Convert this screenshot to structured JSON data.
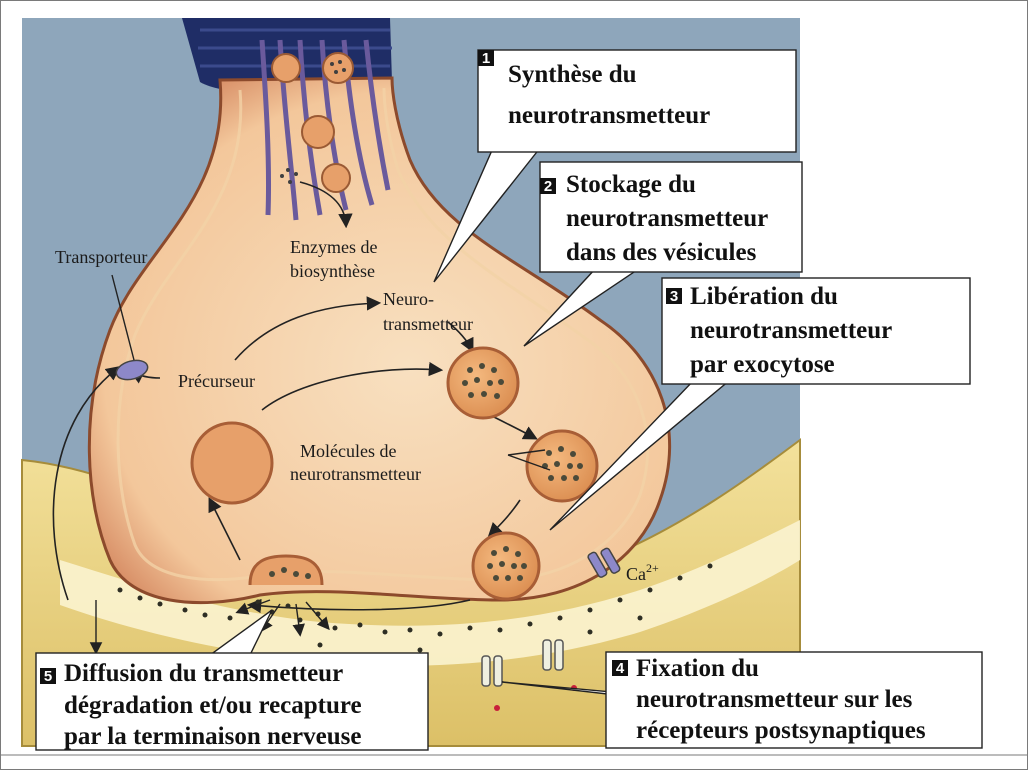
{
  "steps": [
    {
      "number": "1",
      "lines": [
        "Synthèse du",
        "neurotransmetteur"
      ]
    },
    {
      "number": "2",
      "lines": [
        "Stockage du",
        "neurotransmetteur",
        "dans des vésicules"
      ]
    },
    {
      "number": "3",
      "lines": [
        "Libération du",
        "neurotransmetteur",
        "par exocytose"
      ]
    },
    {
      "number": "4",
      "lines": [
        "Fixation du",
        "neurotransmetteur sur les",
        "récepteurs postsynaptiques"
      ]
    },
    {
      "number": "5",
      "lines": [
        "Diffusion du transmetteur",
        "dégradation et/ou recapture",
        "par la terminaison nerveuse"
      ]
    }
  ],
  "labels": {
    "transporteur": "Transporteur",
    "enzymes": [
      "Enzymes de",
      "biosynthèse"
    ],
    "neuro": [
      "Neuro-",
      "transmetteur"
    ],
    "precurseur": "Précurseur",
    "molecules": [
      "Molécules de",
      "neurotransmetteur"
    ],
    "calcium": "Ca",
    "calcium_sup": "2+"
  },
  "colors": {
    "background": "#8ea6bb",
    "postsynaptic": "#ead27a",
    "terminal_fill": "#f6d6ae",
    "terminal_rim": "#b8623e",
    "vesicle": "#e9a366",
    "microtubule": "#6a5a9c",
    "axon_sheath": "#1f2d66"
  }
}
